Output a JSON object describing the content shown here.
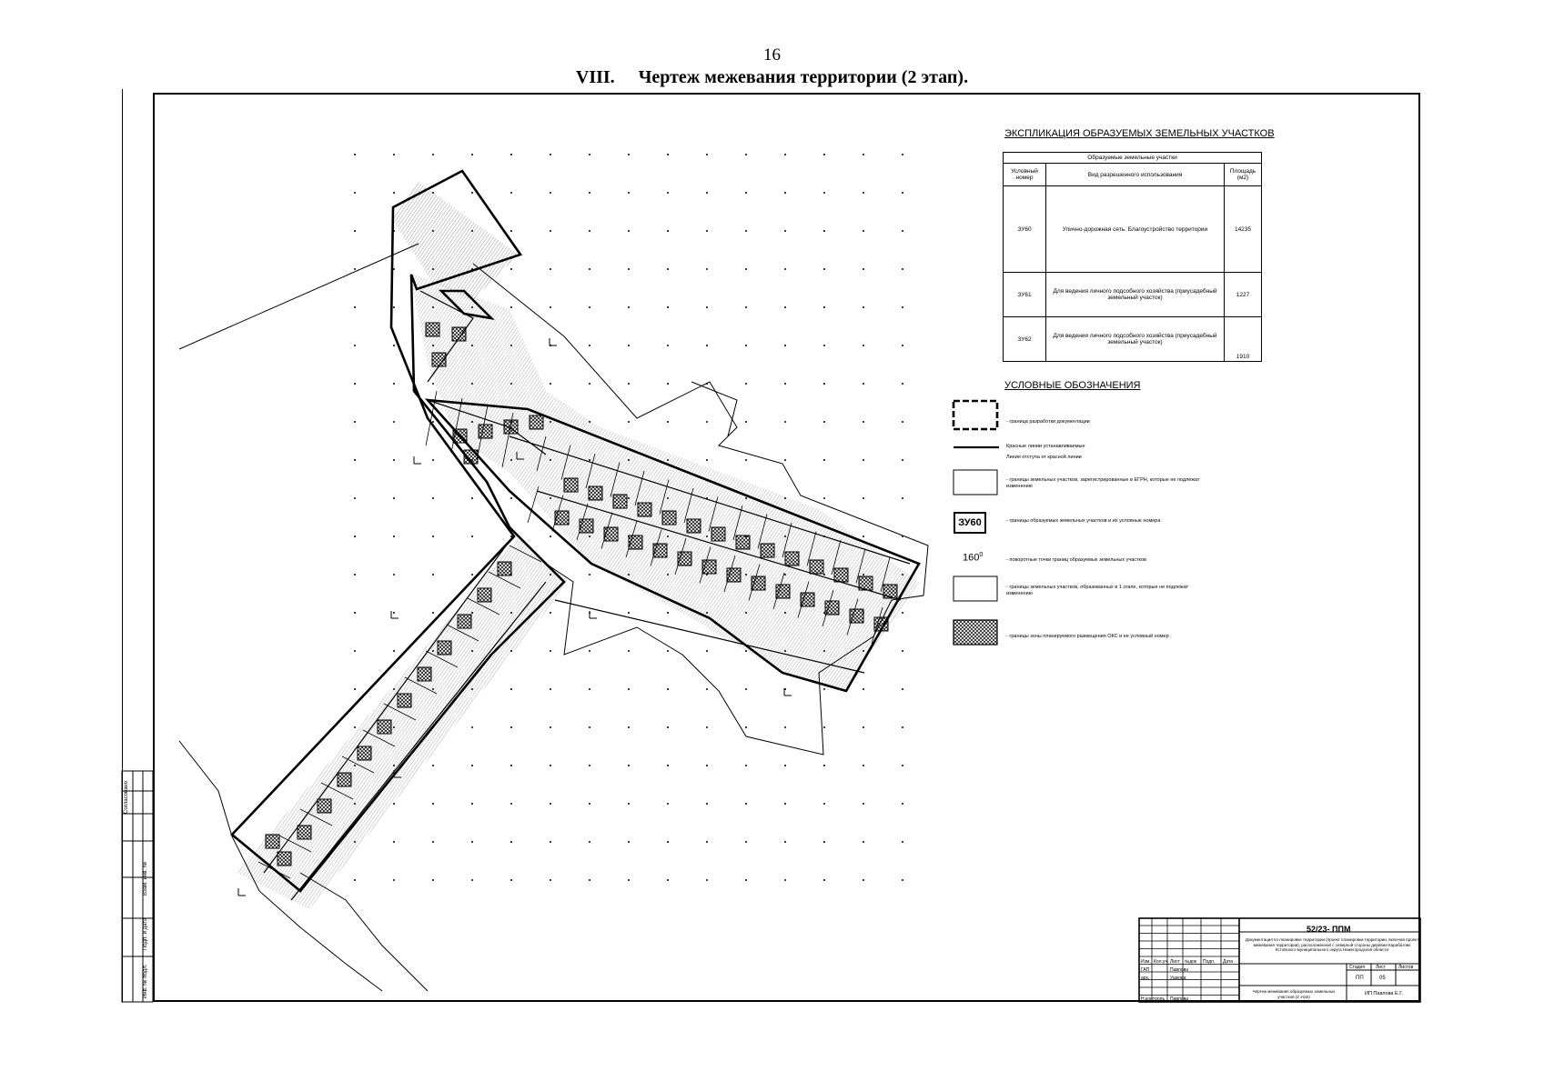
{
  "page": {
    "number": "16",
    "heading_num": "VIII.",
    "heading_text": "Чертеж межевания территории (2 этап)."
  },
  "explication": {
    "title": "ЭКСПЛИКАЦИЯ ОБРАЗУЕМЫХ ЗЕМЕЛЬНЫХ УЧАСТКОВ",
    "group_header": "Образуемые земельные участки",
    "columns": [
      "Условный номер",
      "Вид разрешенного использования",
      "Площадь (м2)"
    ],
    "rows": [
      {
        "id": "ЗУ60",
        "use": "Улично-дорожная сеть. Благоустройство территории",
        "area": "14235"
      },
      {
        "id": "ЗУ61",
        "use": "Для ведения личного подсобного хозяйства (приусадебный земельный участок)",
        "area": "1227"
      },
      {
        "id": "ЗУ62",
        "use": "Для ведения личного подсобного хозяйства (приусадебный земельный участок)",
        "area": "1910"
      }
    ]
  },
  "legend": {
    "title": "УСЛОВНЫЕ ОБОЗНАЧЕНИЯ",
    "items": [
      "- граница разработки документации",
      "Красные линии устанавливаемые",
      "Линия отступа от красной линии",
      "- границы земельных участков, зарегистрированные в ЕГРН, которые не подлежат изменению",
      "- границы образуемых земельных участков и их условные номера",
      "- поворотные точки границ образуемых земельных участков",
      "- границы земельных участков, образованных в 1 этапе, которые не подлежат изменению",
      "- границы зоны планируемого размещения ОКС и ее условный номер"
    ],
    "zu_sample": "ЗУ60",
    "point_sample": "160",
    "point_sup": "0"
  },
  "side_stamp": {
    "labels": [
      "Согласовано",
      "Взам. инв. №",
      "Подп. и дата",
      "Инв. № подл."
    ]
  },
  "title_block": {
    "code": "52/23- ППМ",
    "description": "Документация по планировке территории (проект планировки территории, включая проект межевания территории), расположенной с северной стороны деревни Карабатово Кстовского муниципального округа Нижегородской области",
    "header_cells": [
      "Изм.",
      "Кол.уч",
      "Лист",
      "№док",
      "Подп.",
      "Дата"
    ],
    "roles": [
      {
        "role": "ГАП",
        "name": "Павлова"
      },
      {
        "role": "арх.",
        "name": "Ушкова"
      },
      {
        "role": "Н.контроль",
        "name": "Павлова"
      }
    ],
    "stage_header": [
      "Стадия",
      "Лист",
      "Листов"
    ],
    "stage": "ПП",
    "sheet": "05",
    "sheets": "",
    "sheet_title": "Чертеж межевания образуемых земельных участков (2 этап)",
    "organization": "ИП Павлова Е.Г."
  }
}
